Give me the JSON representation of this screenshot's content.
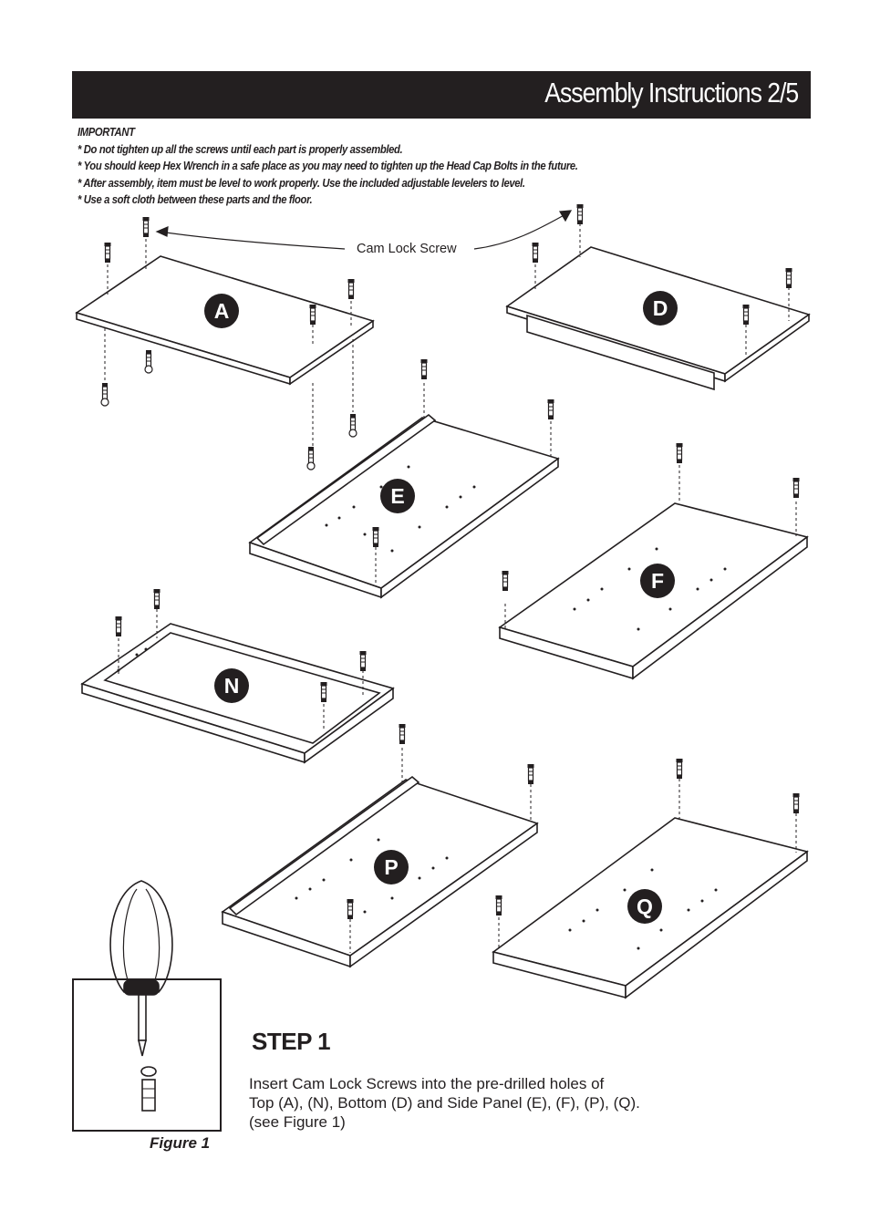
{
  "header": {
    "title": "Assembly Instructions 2/5"
  },
  "notes": {
    "heading": "IMPORTANT",
    "items": [
      "* Do not tighten up all the screws until each part is properly assembled.",
      "* You should keep Hex Wrench in a safe place as you may need to tighten up the Head Cap Bolts in the future.",
      "* After assembly, item must be level to work properly. Use the included adjustable levelers to level.",
      "* Use a soft cloth between these parts and the floor."
    ]
  },
  "callout": {
    "label": "Cam Lock Screw"
  },
  "parts": {
    "A": "A",
    "D": "D",
    "E": "E",
    "F": "F",
    "N": "N",
    "P": "P",
    "Q": "Q"
  },
  "step": {
    "title": "STEP 1",
    "lines": [
      "Insert Cam Lock Screws into the pre-drilled holes of",
      "Top (A), (N), Bottom (D) and Side Panel (E), (F), (P), (Q).",
      "(see Figure 1)"
    ]
  },
  "figure": {
    "caption": "Figure 1"
  },
  "colors": {
    "ink": "#231f20",
    "paper": "#ffffff"
  }
}
